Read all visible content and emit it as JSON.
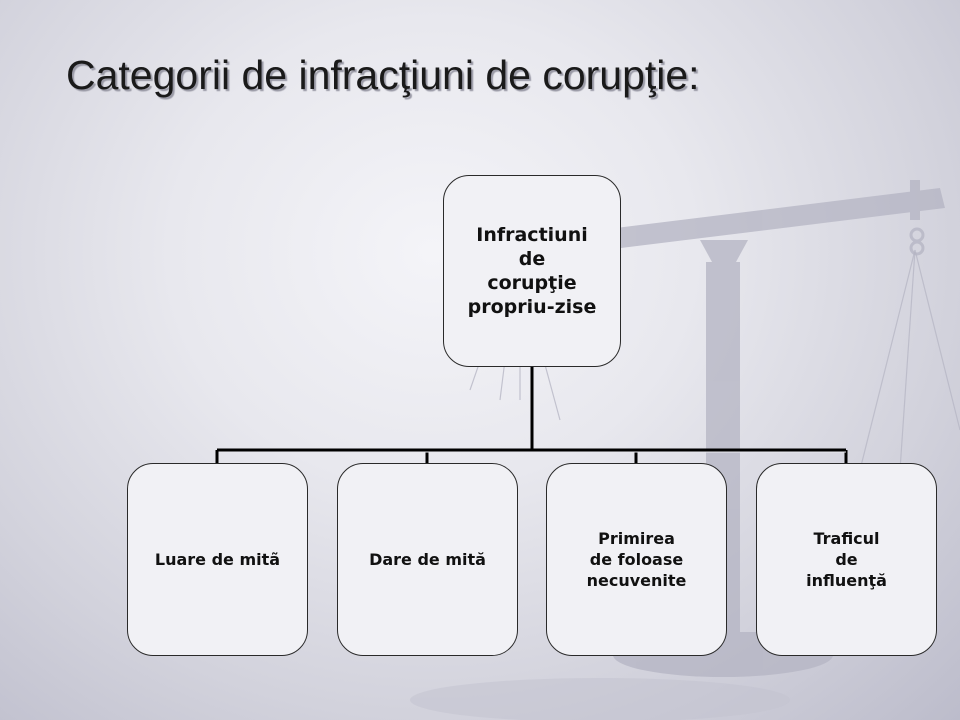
{
  "slide": {
    "title": "Categorii de infracţiuni de corupţie:"
  },
  "diagram": {
    "root": {
      "label": "Infractiuni\nde\ncorupţie\npropriu-zise"
    },
    "children": [
      {
        "label": "Luare de mitã"
      },
      {
        "label": "Dare de mită"
      },
      {
        "label": "Primirea\nde foloase\nnecuvenite"
      },
      {
        "label": "Traficul\nde\ninfluenţă"
      }
    ]
  },
  "colors": {
    "connector": "#000000",
    "box_fill": "#f1f1f5",
    "title_text": "#1a1a1a"
  }
}
